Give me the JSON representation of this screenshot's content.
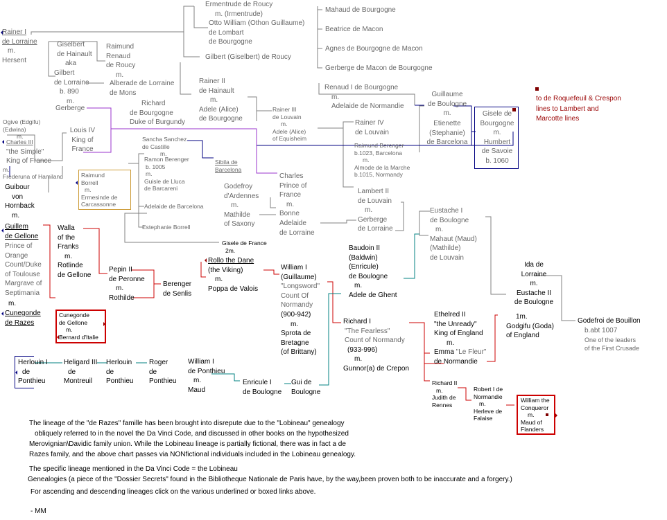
{
  "people": {
    "ermentrude_1": "Ermentrude de Roucy",
    "ermentrude_2": "m.        (Irmentrude)",
    "otto_william": "Otto William (Othon Guillaume)",
    "otto_william_2": "de Lombart",
    "otto_william_3": "de Bourgogne",
    "gilbert_roucy": "Gilbert (Giselbert) de Roucy",
    "mahaud": "Mahaud de Bourgogne",
    "beatrice": "Beatrice de Macon",
    "agnes": "Agnes de Bourgogne de Macon",
    "gerberge_macon": "Gerberge de Macon de Bourgogne",
    "renaud_1": "Renaud I de Bourgogne",
    "renaud_1_m": "m.",
    "adelaide_normandie": "Adelaide de Normandie",
    "guillaume_1": "Guillaume",
    "guillaume_2": "de Boulogne",
    "guillaume_m": "m.",
    "etienette_1": "Etienette",
    "etienette_2": "(Stephanie)",
    "etienette_3": "de Barcelona",
    "gisele_1": "Gisele de",
    "gisele_2": "Bourgogne",
    "gisele_m": "m.",
    "gisele_3": "Humbert",
    "gisele_4": "de Savoie",
    "gisele_5": "b. 1060",
    "roquefeuil_link": "to de Roquefeuil & Crespon lines to Lambert and Marcotte lines",
    "rainer1_1": "Rainer I",
    "rainer1_2": "de Lorraine",
    "rainer1_m": "m.",
    "hersent": "Hersent",
    "giselbert_1": "Giselbert",
    "giselbert_2": "de Hainault",
    "giselbert_3": "aka",
    "gilbert_lor_1": "Gilbert",
    "gilbert_lor_2": "de Lorraine",
    "gilbert_lor_3": "b. 890",
    "gilbert_lor_m": "m.",
    "gerberge": "Gerberge",
    "raimund_1": "Raimund",
    "raimund_2": "Renaud",
    "raimund_3": "de Roucy",
    "raimund_m": "m.",
    "alberade_1": "Alberade de Lorraine",
    "alberade_2": "de Mons",
    "rainer2_1": "Rainer II",
    "rainer2_2": "de Hainault",
    "rainer2_m": "m.",
    "adele_alice": "Adele (Alice)",
    "adele_alice_2": "de Bourgogne",
    "richard_burg_1": "Richard",
    "richard_burg_2": "de Bourgogne",
    "richard_burg_3": "Duke of Burgundy",
    "rainer3_1": "Rainer III",
    "rainer3_2": "de Louvain",
    "rainer3_m": "m.",
    "rainer3_3": "Adele (Alice)",
    "rainer3_4": "of Equisheim",
    "rainer4_1": "Rainer IV",
    "rainer4_2": "de Louvain",
    "raimund_berenger": "Raimund Berenger",
    "raimund_berenger_2": "b.1023, Barcelona",
    "raimund_berenger_m": "m.",
    "almode": "Almode de la Marche",
    "almode_2": "b.1015, Normandy",
    "ogive_1": "Ogive  (Edgifu)",
    "ogive_2": "(Edwina)",
    "ogive_m": "m.",
    "charles3_1": "Charles III",
    "charles3_2": "\"the Simple\"",
    "charles3_3": "King of France",
    "charles3_m": "m.",
    "frederuna": "Frederuna of Hamiland",
    "louis4_1": "Louis  IV",
    "louis4_2": "King of",
    "louis4_3": "France",
    "sancha_1": "Sancha Sanchez",
    "sancha_2": "de Castille",
    "sancha_m": "m.",
    "ramon_1": "Ramon Berenger",
    "ramon_2": "b. 1005",
    "ramon_m": "m.",
    "ramon_3": "Guisle de Lluca",
    "ramon_4": "de Barcareni",
    "sibila_1": "Sibila de",
    "sibila_2": "Barcelona",
    "raimund_borrell_1": "Raimund",
    "raimund_borrell_2": "Borrell",
    "raimund_borrell_m": "m.",
    "raimund_borrell_3": "Ermesinde de",
    "raimund_borrell_4": "Carcassonne",
    "adelaide_barcelona": "Adelaide de Barcelona",
    "estephanie": "Estephanie Borrell",
    "charles_lor_1": "Charles",
    "charles_lor_2": "Prince of",
    "charles_lor_3": "France",
    "charles_lor_m": "m.",
    "charles_lor_4": "Bonne",
    "charles_lor_5": "Adelaide",
    "charles_lor_6": "de Lorraine",
    "godefroy_1": "Godefroy",
    "godefroy_2": "d'Ardennes",
    "godefroy_m": "m.",
    "godefroy_3": "Mathilde",
    "godefroy_4": "of Saxony",
    "lambert2_1": "Lambert II",
    "lambert2_2": "de Louvain",
    "lambert2_m": "m.",
    "lambert2_3": "Gerberge",
    "lambert2_4": "de Lorraine",
    "eustache1_1": "Eustache I",
    "eustache1_2": "de Boulogne",
    "eustache1_m": "m.",
    "eustache1_3": "Mahaut (Maud)",
    "eustache1_4": "(Mathilde)",
    "eustache1_5": "de Louvain",
    "guibour_1": "Guibour",
    "guibour_2": "von",
    "guibour_3": "Hornback",
    "guibour_m": "m.",
    "guillem_1": "Guillem",
    "guillem_2": "de Gellone",
    "guillem_3": "Prince of",
    "guillem_4": "Orange",
    "guillem_5": "Count/Duke",
    "guillem_6": "of Toulouse",
    "guillem_7": "Margrave of",
    "guillem_8": "Septimania",
    "guillem_m": "m.",
    "cunegonde_razes_1": "Cunegonde",
    "cunegonde_razes_2": "de Razes",
    "walla_1": "Walla",
    "walla_2": "of the",
    "walla_3": "Franks",
    "walla_m": "m.",
    "walla_4": "Rotlinde",
    "walla_5": "de Gellone",
    "cunegonde_gel_1": "Cunegonde",
    "cunegonde_gel_2": "de Gellone",
    "cunegonde_gel_m": "m.",
    "cunegonde_gel_3": "Bernard d'Italie",
    "pepin_1": "Pepin II",
    "pepin_2": "de Peronne",
    "pepin_m": "m.",
    "pepin_3": "Rothilde",
    "berenger_1": "Berenger",
    "berenger_2": "de Senlis",
    "gisele_france_1": "Gisele de France",
    "gisele_france_2": "2m.",
    "rollo_1": "Rollo the Dane",
    "rollo_2": "(the Viking)",
    "rollo_m": "m.",
    "rollo_3": "Poppa de Valois",
    "william1_1": "William I",
    "william1_2": "(Guillaume)",
    "william1_3": "\"Longsword\"",
    "william1_4": "Count Of",
    "william1_5": "Normandy",
    "william1_6": "(900-942)",
    "william1_m": "m.",
    "william1_7": "Sprota de",
    "william1_8": "Bretagne",
    "william1_9": "(of Brittany)",
    "baudoin_1": "Baudoin II",
    "baudoin_2": "(Baldwin)",
    "baudoin_3": "(Enricule)",
    "baudoin_4": "de Boulogne",
    "baudoin_m": "m.",
    "baudoin_5": "Adele de Ghent",
    "richard1_1": "Richard I",
    "richard1_2": "\"The Fearless\"",
    "richard1_3": "Count of Normandy",
    "richard1_4": "(933-996)",
    "richard1_m": "m.",
    "richard1_5": "Gunnor(a) de Crepon",
    "ida_1": "Ida de",
    "ida_2": "Lorraine",
    "ida_m": "m.",
    "ida_3": "Eustache II",
    "ida_4": "de Boulogne",
    "ethelred_1": "Ethelred II",
    "ethelred_2": "\"the Unready\"",
    "ethelred_3": "King of England",
    "ethelred_m": "m.",
    "emma_1": "Emma ",
    "emma_1b": "\"Le Fleur\"",
    "emma_2": "de Normandie",
    "godgifu_m": "1m.",
    "godgifu_1": "Godgifu (Goda)",
    "godgifu_2": "of England",
    "godefroi_1": "Godefroi de Bouillon",
    "godefroi_2": "b.abt 1007",
    "godefroi_3": "One of the leaders",
    "godefroi_4": "of the First Crusade",
    "herlouin1_1": "Herlouin I",
    "herlouin1_2": "de",
    "herlouin1_3": "Ponthieu",
    "heligard_1": "Heligard III",
    "heligard_2": "de",
    "heligard_3": "Montreuil",
    "herlouin_1": "Herlouin",
    "herlouin_2": "de",
    "herlouin_3": "Ponthieu",
    "roger_1": "Roger",
    "roger_2": "de",
    "roger_3": "Ponthieu",
    "william_pon_1": "William I",
    "william_pon_2": "de Ponthieu",
    "william_pon_m": "m.",
    "william_pon_3": "Maud",
    "enricule_1": "Enricule I",
    "enricule_2": "de Boulogne",
    "gui_1": "Gui de",
    "gui_2": "Boulogne",
    "richard2_1": "Richard II",
    "richard2_m": "m.",
    "richard2_2": "Judith de",
    "richard2_3": "Rennes",
    "robert1_1": "Robert I  de",
    "robert1_2": "Normandie",
    "robert1_m": "m.",
    "robert1_3": "Herleve de",
    "robert1_4": "Falaise",
    "wm_conq_1": "William the",
    "wm_conq_2": "Conqueror",
    "wm_conq_m": "m.",
    "wm_conq_3": "Maud of",
    "wm_conq_4": "Flanders"
  },
  "notes": {
    "p1_1": "The lineage of the \"de Razes\"  famille has been brought into disrepute due to the \"Lobineau\" genealogy",
    "p1_2": "obliquely referred to in the novel the Da Vinci Code, and discussed in other books on the hypothesized",
    "p1_3": "Merovignian\\Davidic family union.  While the Lobineau lineage is partially fictional, there was in fact a de",
    "p1_4": "Razes family, and the above chart passes via NONfictional individuals included in the Lobineau genealogy.",
    "p2_1": "The specific lineage mentioned in the Da Vinci Code = the Lobineau",
    "p2_2": "Genealogies (a piece of the \"Dossier Secrets\" found in the Bibliotheque Nationale de Paris have, by the way,been proven both to be inaccurate and a forgery.)",
    "p3": "For ascending and descending lineages click on the various underlined or boxed links above.",
    "sig": "- MM"
  },
  "colors": {
    "gray_line": "#808080",
    "navy": "#000080",
    "dark_red": "#990000",
    "red_line": "#cc0000",
    "purple": "#9933cc",
    "teal": "#008080",
    "orange_box": "#cc9933",
    "text_gray": "#666666"
  }
}
